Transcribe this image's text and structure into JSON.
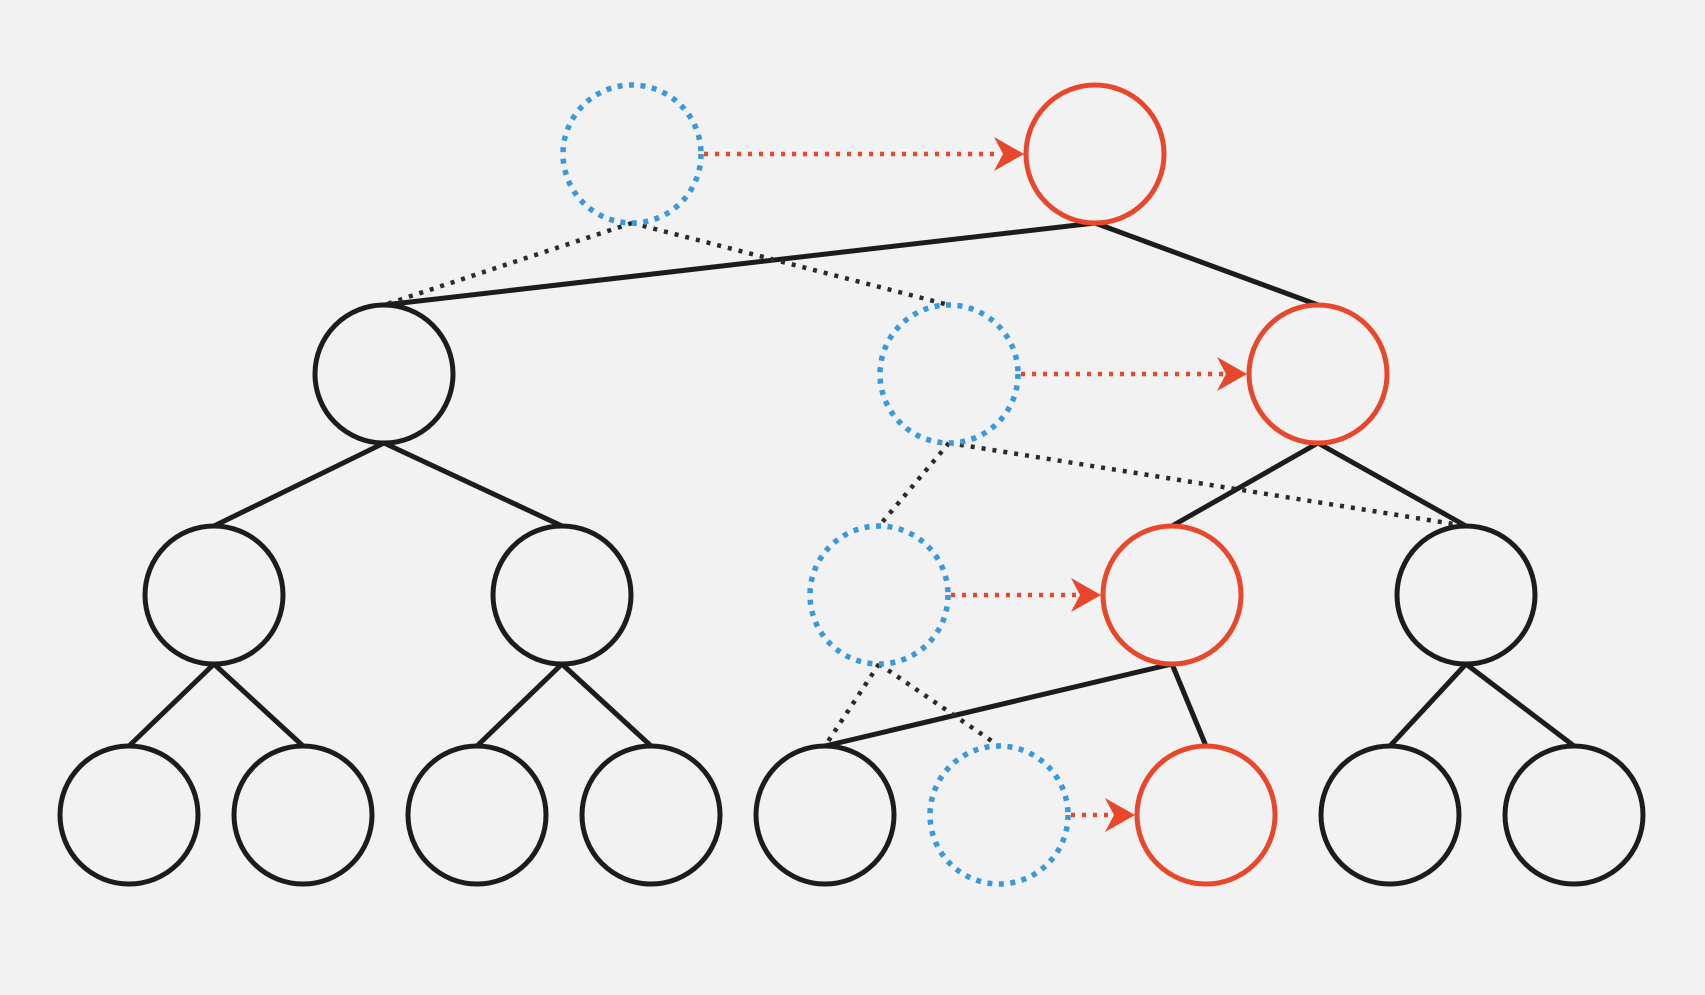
{
  "diagram": {
    "description_visible_text": "",
    "colors": {
      "background": "#f2f2f3",
      "normal_node": "#1c1c1c",
      "new_path_node": "#e8472b",
      "old_path_node": "#3a98dc",
      "copy_arrow": "#e8472b"
    },
    "node_styles": {
      "normal": "solid-black-circle",
      "new": "solid-red-circle",
      "old": "dotted-blue-circle"
    },
    "nodes": [
      {
        "id": "old-root",
        "style": "old"
      },
      {
        "id": "new-root",
        "style": "new"
      },
      {
        "id": "l1-left",
        "style": "normal"
      },
      {
        "id": "old-l1-right",
        "style": "old"
      },
      {
        "id": "new-l1-right",
        "style": "new"
      },
      {
        "id": "l2-a",
        "style": "normal"
      },
      {
        "id": "l2-b",
        "style": "normal"
      },
      {
        "id": "old-l2-c",
        "style": "old"
      },
      {
        "id": "new-l2-c",
        "style": "new"
      },
      {
        "id": "l2-d",
        "style": "normal"
      },
      {
        "id": "leaf-1",
        "style": "normal"
      },
      {
        "id": "leaf-2",
        "style": "normal"
      },
      {
        "id": "leaf-3",
        "style": "normal"
      },
      {
        "id": "leaf-4",
        "style": "normal"
      },
      {
        "id": "leaf-5",
        "style": "normal"
      },
      {
        "id": "old-leaf-6",
        "style": "old"
      },
      {
        "id": "new-leaf-6",
        "style": "new"
      },
      {
        "id": "leaf-7",
        "style": "normal"
      },
      {
        "id": "leaf-8",
        "style": "normal"
      }
    ],
    "edges": [
      {
        "from": "new-root",
        "to": "l1-left",
        "style": "solid"
      },
      {
        "from": "new-root",
        "to": "new-l1-right",
        "style": "solid"
      },
      {
        "from": "old-root",
        "to": "l1-left",
        "style": "dotted"
      },
      {
        "from": "old-root",
        "to": "old-l1-right",
        "style": "dotted"
      },
      {
        "from": "l1-left",
        "to": "l2-a",
        "style": "solid"
      },
      {
        "from": "l1-left",
        "to": "l2-b",
        "style": "solid"
      },
      {
        "from": "new-l1-right",
        "to": "new-l2-c",
        "style": "solid"
      },
      {
        "from": "new-l1-right",
        "to": "l2-d",
        "style": "solid"
      },
      {
        "from": "old-l1-right",
        "to": "old-l2-c",
        "style": "dotted"
      },
      {
        "from": "old-l1-right",
        "to": "l2-d",
        "style": "dotted"
      },
      {
        "from": "l2-a",
        "to": "leaf-1",
        "style": "solid"
      },
      {
        "from": "l2-a",
        "to": "leaf-2",
        "style": "solid"
      },
      {
        "from": "l2-b",
        "to": "leaf-3",
        "style": "solid"
      },
      {
        "from": "l2-b",
        "to": "leaf-4",
        "style": "solid"
      },
      {
        "from": "new-l2-c",
        "to": "leaf-5",
        "style": "solid"
      },
      {
        "from": "new-l2-c",
        "to": "new-leaf-6",
        "style": "solid"
      },
      {
        "from": "old-l2-c",
        "to": "leaf-5",
        "style": "dotted"
      },
      {
        "from": "old-l2-c",
        "to": "old-leaf-6",
        "style": "dotted"
      },
      {
        "from": "l2-d",
        "to": "leaf-7",
        "style": "solid"
      },
      {
        "from": "l2-d",
        "to": "leaf-8",
        "style": "solid"
      }
    ],
    "copy_arrows": [
      {
        "from": "old-root",
        "to": "new-root"
      },
      {
        "from": "old-l1-right",
        "to": "new-l1-right"
      },
      {
        "from": "old-l2-c",
        "to": "new-l2-c"
      },
      {
        "from": "old-leaf-6",
        "to": "new-leaf-6"
      }
    ]
  }
}
